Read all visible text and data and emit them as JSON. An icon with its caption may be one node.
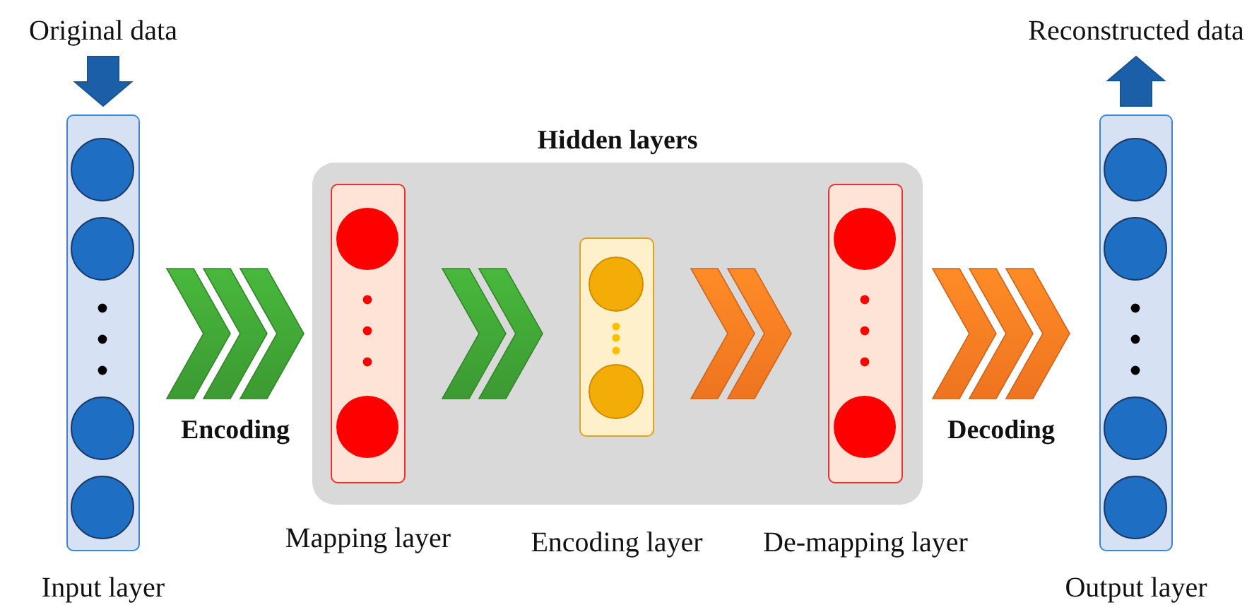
{
  "diagram": {
    "nodes": [
      {
        "text": [
          "Original data"
        ]
      },
      {
        "text": [
          "Input layer"
        ]
      },
      {
        "text": [
          "Hidden layers"
        ]
      },
      {
        "text": [
          "Mapping layer"
        ],
        "in": 2
      },
      {
        "text": [
          "Encoding layer"
        ],
        "in": 2
      },
      {
        "text": [
          "De-mapping layer"
        ],
        "in": 2
      },
      {
        "text": [
          "Output layer"
        ]
      },
      {
        "text": [
          "Reconstructed data"
        ]
      }
    ],
    "edges": [
      {
        "from": 0,
        "to": 1,
        "arrow": "to",
        "style": "thick",
        "color": "#1a5fa8"
      },
      {
        "from": 1,
        "to": 3,
        "arrow": "to",
        "label": "Encoding",
        "style": "thick",
        "color": "#3c9a32"
      },
      {
        "from": 3,
        "to": 4,
        "arrow": "to",
        "style": "thick",
        "color": "#3c9a32"
      },
      {
        "from": 4,
        "to": 5,
        "arrow": "to",
        "style": "thick",
        "color": "#ee7420"
      },
      {
        "from": 5,
        "to": 6,
        "arrow": "to",
        "label": "Decoding",
        "style": "thick",
        "color": "#ee7420"
      },
      {
        "from": 6,
        "to": 7,
        "arrow": "to",
        "style": "thick",
        "color": "#1a5fa8"
      }
    ]
  }
}
